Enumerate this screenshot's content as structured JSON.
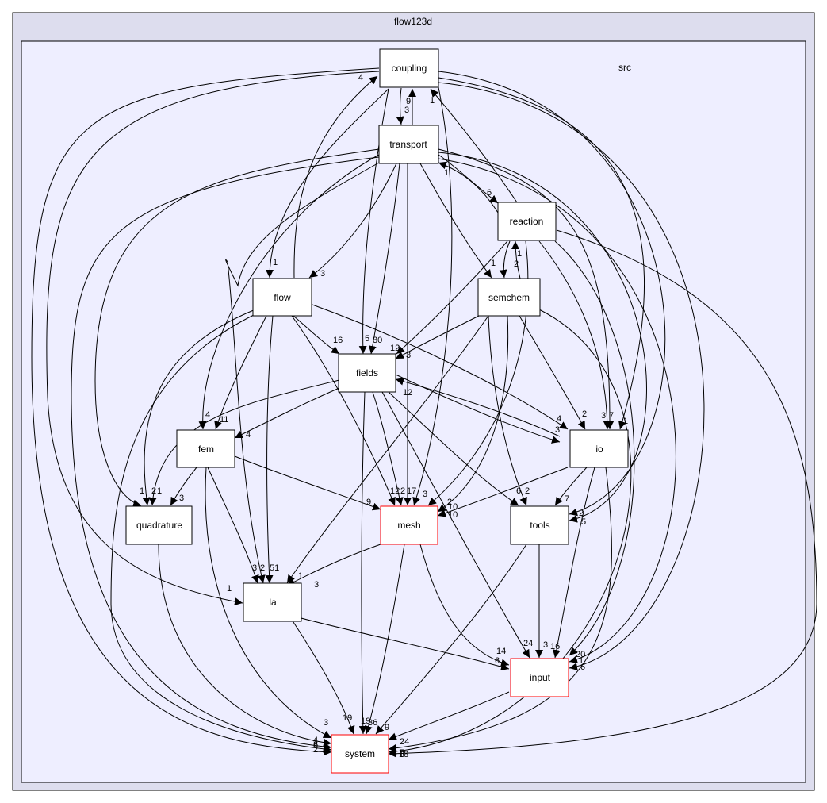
{
  "clusters": {
    "outer": {
      "label": "flow123d"
    },
    "inner": {
      "label": "src"
    }
  },
  "nodes": [
    {
      "id": "coupling",
      "label": "coupling",
      "border": "#000000"
    },
    {
      "id": "transport",
      "label": "transport",
      "border": "#000000"
    },
    {
      "id": "reaction",
      "label": "reaction",
      "border": "#000000"
    },
    {
      "id": "semchem",
      "label": "semchem",
      "border": "#000000"
    },
    {
      "id": "flow",
      "label": "flow",
      "border": "#000000"
    },
    {
      "id": "fields",
      "label": "fields",
      "border": "#000000"
    },
    {
      "id": "fem",
      "label": "fem",
      "border": "#000000"
    },
    {
      "id": "io",
      "label": "io",
      "border": "#000000"
    },
    {
      "id": "quadrature",
      "label": "quadrature",
      "border": "#000000"
    },
    {
      "id": "mesh",
      "label": "mesh",
      "border": "#ff0000"
    },
    {
      "id": "tools",
      "label": "tools",
      "border": "#000000"
    },
    {
      "id": "la",
      "label": "la",
      "border": "#000000"
    },
    {
      "id": "input",
      "label": "input",
      "border": "#ff0000"
    },
    {
      "id": "system",
      "label": "system",
      "border": "#ff0000"
    }
  ],
  "edge_labels": [
    {
      "edge": "transport-coupling",
      "text": "9"
    },
    {
      "edge": "coupling-transport",
      "text": "3"
    },
    {
      "edge": "reaction-coupling",
      "text": "1"
    },
    {
      "edge": "flow-coupling",
      "text": "4"
    },
    {
      "edge": "reaction-transport",
      "text": "1"
    },
    {
      "edge": "transport-reaction",
      "text": "6"
    },
    {
      "edge": "semchem-reaction",
      "text": "1"
    },
    {
      "edge": "reaction-semchem",
      "text": "2"
    },
    {
      "edge": "transport-semchem",
      "text": "1"
    },
    {
      "edge": "coupling-flow",
      "text": "1"
    },
    {
      "edge": "transport-flow",
      "text": "3"
    },
    {
      "edge": "flow-fields",
      "text": "16"
    },
    {
      "edge": "coupling-fields",
      "text": "5"
    },
    {
      "edge": "transport-fields",
      "text": "30"
    },
    {
      "edge": "reaction-fields",
      "text": "12"
    },
    {
      "edge": "semchem-fields",
      "text": "3"
    },
    {
      "edge": "io-fields",
      "text": "12"
    },
    {
      "edge": "transport-fem",
      "text": "4"
    },
    {
      "edge": "flow-fem",
      "text": "11"
    },
    {
      "edge": "fields-fem",
      "text": "4"
    },
    {
      "edge": "flow-io",
      "text": "4"
    },
    {
      "edge": "fields-io",
      "text": "3"
    },
    {
      "edge": "semchem-io",
      "text": "2"
    },
    {
      "edge": "reaction-io",
      "text": "3"
    },
    {
      "edge": "transport-io",
      "text": "7"
    },
    {
      "edge": "coupling-io",
      "text": "1"
    },
    {
      "edge": "transport-quadrature",
      "text": "1"
    },
    {
      "edge": "flow-quadrature",
      "text": "2"
    },
    {
      "edge": "fields-quadrature",
      "text": "1"
    },
    {
      "edge": "fem-quadrature",
      "text": "3"
    },
    {
      "edge": "fem-mesh",
      "text": "9"
    },
    {
      "edge": "flow-mesh",
      "text": "12"
    },
    {
      "edge": "fields-mesh",
      "text": "2"
    },
    {
      "edge": "transport-mesh",
      "text": "17"
    },
    {
      "edge": "coupling-mesh",
      "text": "3"
    },
    {
      "edge": "reaction-mesh",
      "text": "2"
    },
    {
      "edge": "semchem-mesh",
      "text": "10"
    },
    {
      "edge": "io-mesh",
      "text": "10"
    },
    {
      "edge": "fields-tools",
      "text": "6"
    },
    {
      "edge": "semchem-tools",
      "text": "2"
    },
    {
      "edge": "io-tools",
      "text": "7"
    },
    {
      "edge": "coupling-tools",
      "text": "2"
    },
    {
      "edge": "transport-tools",
      "text": "5"
    },
    {
      "edge": "coupling-la",
      "text": "1"
    },
    {
      "edge": "fem-la",
      "text": "2"
    },
    {
      "edge": "flow-la",
      "text": "51"
    },
    {
      "edge": "transport-la",
      "text": "3"
    },
    {
      "edge": "semchem-la",
      "text": "1"
    },
    {
      "edge": "mesh-la",
      "text": "3"
    },
    {
      "edge": "la-input",
      "text": "14"
    },
    {
      "edge": "mesh-input",
      "text": "6"
    },
    {
      "edge": "fields-input",
      "text": "24"
    },
    {
      "edge": "tools-input",
      "text": "3"
    },
    {
      "edge": "io-input",
      "text": "16"
    },
    {
      "edge": "transport-input",
      "text": "20"
    },
    {
      "edge": "reaction-input",
      "text": "1"
    },
    {
      "edge": "coupling-input",
      "text": "6"
    },
    {
      "edge": "fem-system",
      "text": "3"
    },
    {
      "edge": "la-system",
      "text": "19"
    },
    {
      "edge": "fields-system",
      "text": "19"
    },
    {
      "edge": "mesh-system",
      "text": "36"
    },
    {
      "edge": "tools-system",
      "text": "9"
    },
    {
      "edge": "input-system",
      "text": "24"
    },
    {
      "edge": "io-system",
      "text": "18"
    },
    {
      "edge": "flow-system",
      "text": "4"
    },
    {
      "edge": "transport-system",
      "text": "8"
    },
    {
      "edge": "quadrature-system",
      "text": "2"
    },
    {
      "edge": "coupling-system",
      "text": "6"
    },
    {
      "edge": "semchem-system",
      "text": "5"
    },
    {
      "edge": "reaction-system",
      "text": "6"
    }
  ]
}
